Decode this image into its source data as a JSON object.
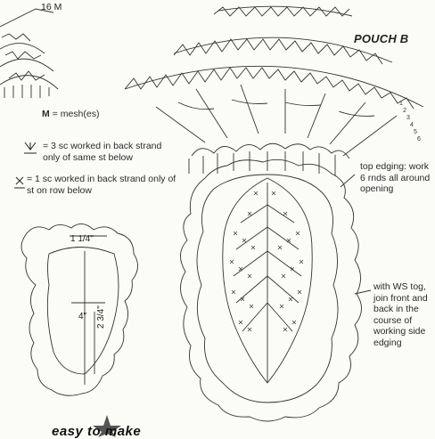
{
  "header": {
    "mesh_count_label": "16 M",
    "title": "POUCH B"
  },
  "legend": {
    "mesh_key": "M",
    "mesh_text": " = mesh(es)",
    "back_strand_3sc": "= 3 sc worked in back strand only of same st below",
    "back_strand_1sc": "= 1 sc worked in back strand only of st on row below"
  },
  "notes": {
    "top_edging": "top edging: work 6 rnds all around opening",
    "side_join": "with WS tog, join front and back in the course of working side edging"
  },
  "dimensions": {
    "width_top": "1 1/4\"",
    "width_mid": "4\"",
    "height": "2 3/4\""
  },
  "footer": {
    "logo_text": "easy to make"
  },
  "row_numbers": [
    "1",
    "2",
    "3",
    "4",
    "5",
    "6"
  ]
}
